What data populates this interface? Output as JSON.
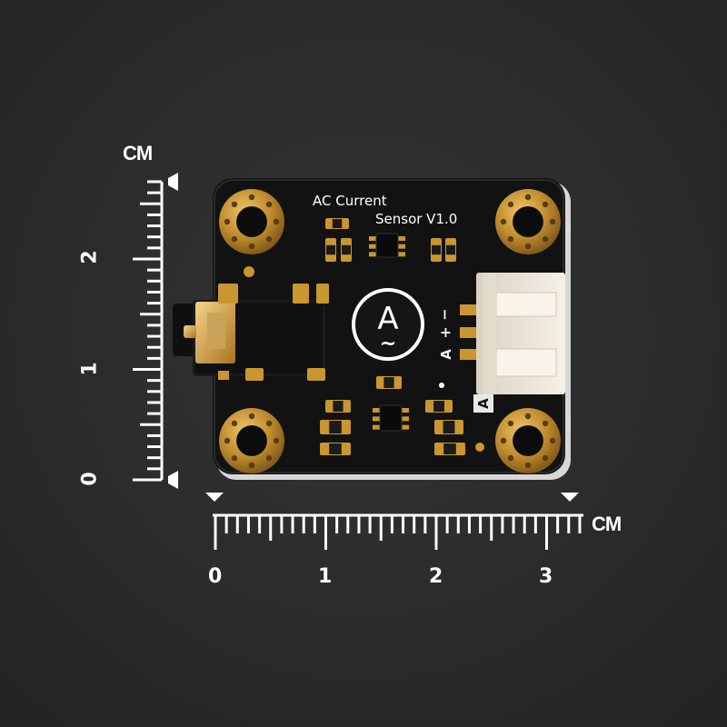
{
  "board": {
    "title_line1": "AC Current",
    "title_line2": "Sensor V1.0",
    "logo_letter": "A",
    "logo_wave": "~",
    "pin_minus": "−",
    "pin_plus": "+",
    "pin_a": "A",
    "connector_label": "A"
  },
  "ruler_vertical": {
    "unit": "CM",
    "labels": [
      "2",
      "1",
      "0"
    ]
  },
  "ruler_horizontal": {
    "unit": "CM",
    "labels": [
      "0",
      "1",
      "2",
      "3"
    ]
  },
  "colors": {
    "background": "#2b2b2b",
    "pcb": "#151515",
    "gold": "#b8872d",
    "silkscreen": "#ffffff",
    "connector": "#efe9dc"
  }
}
